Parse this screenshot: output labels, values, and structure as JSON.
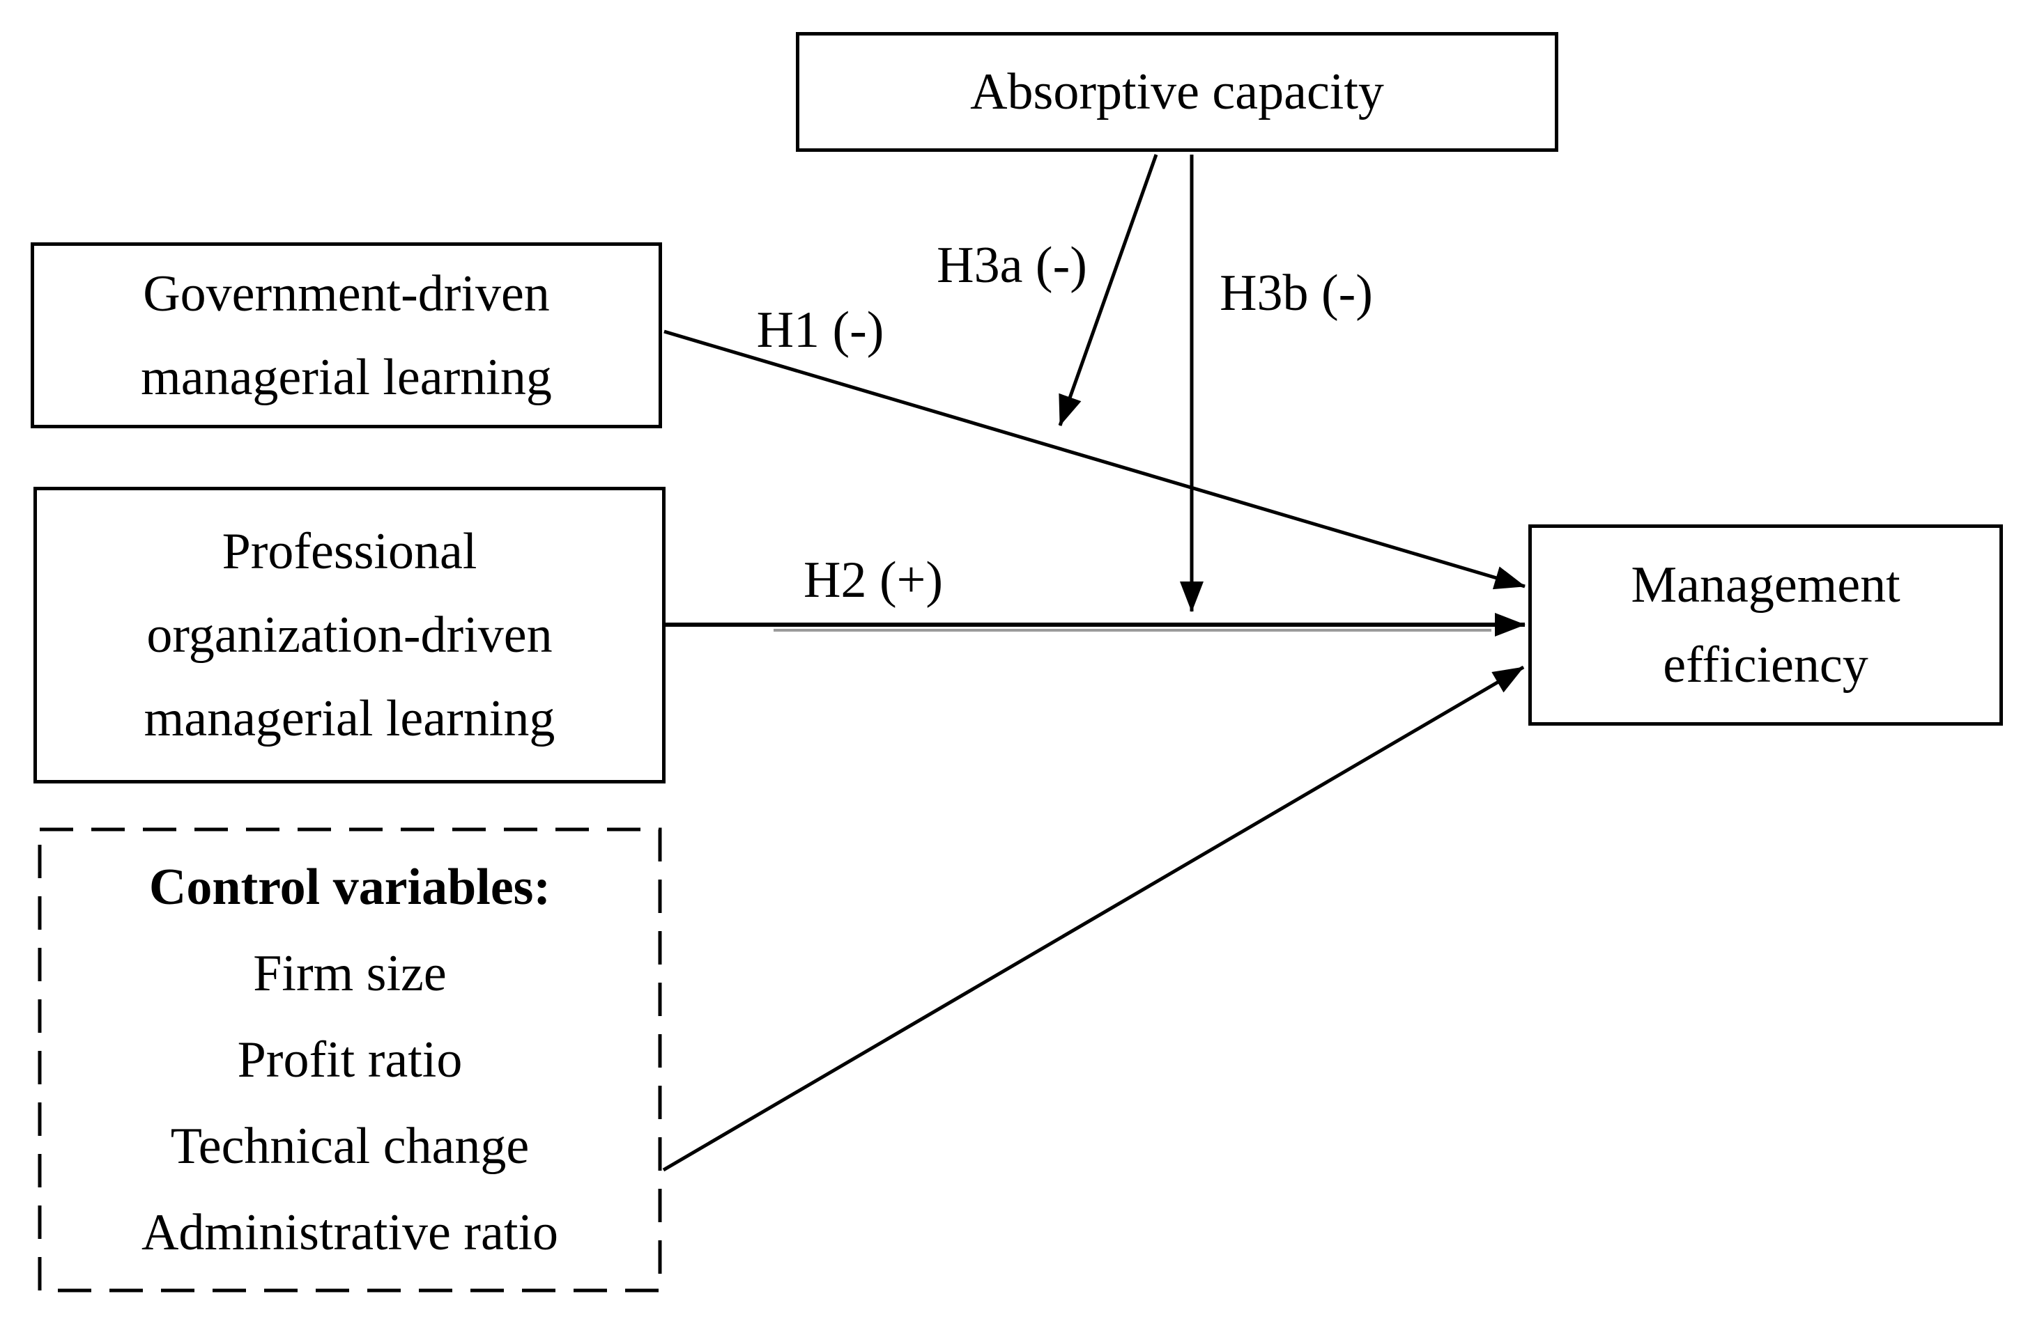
{
  "figure": {
    "kind": "research-model-diagram",
    "background_color": "#ffffff",
    "ink_color": "#000000"
  },
  "boxes": {
    "absorptive": {
      "border_style": "solid",
      "lines": [
        "Absorptive capacity"
      ]
    },
    "government": {
      "border_style": "solid",
      "lines": [
        "Government-driven",
        "managerial learning"
      ]
    },
    "professional": {
      "border_style": "solid",
      "lines": [
        "Professional",
        "organization-driven",
        "managerial learning"
      ]
    },
    "control": {
      "border_style": "dashed",
      "title": "Control variables:",
      "items": [
        "Firm size",
        "Profit ratio",
        "Technical change",
        "Administrative ratio"
      ]
    },
    "management": {
      "border_style": "solid",
      "lines": [
        "Management",
        "efficiency"
      ]
    }
  },
  "arrows": {
    "h1": {
      "label": "H1 (-)",
      "from": "government-box",
      "to": "management-box"
    },
    "h2": {
      "label": "H2 (+)",
      "from": "professional-box",
      "to": "management-box"
    },
    "h3a": {
      "label": "H3a (-)",
      "from": "absorptive-box",
      "to": "h1-arrow"
    },
    "h3b": {
      "label": "H3b (-)",
      "from": "absorptive-box",
      "to": "h2-arrow"
    },
    "controls": {
      "label": "",
      "from": "control-box",
      "to": "management-box"
    }
  }
}
